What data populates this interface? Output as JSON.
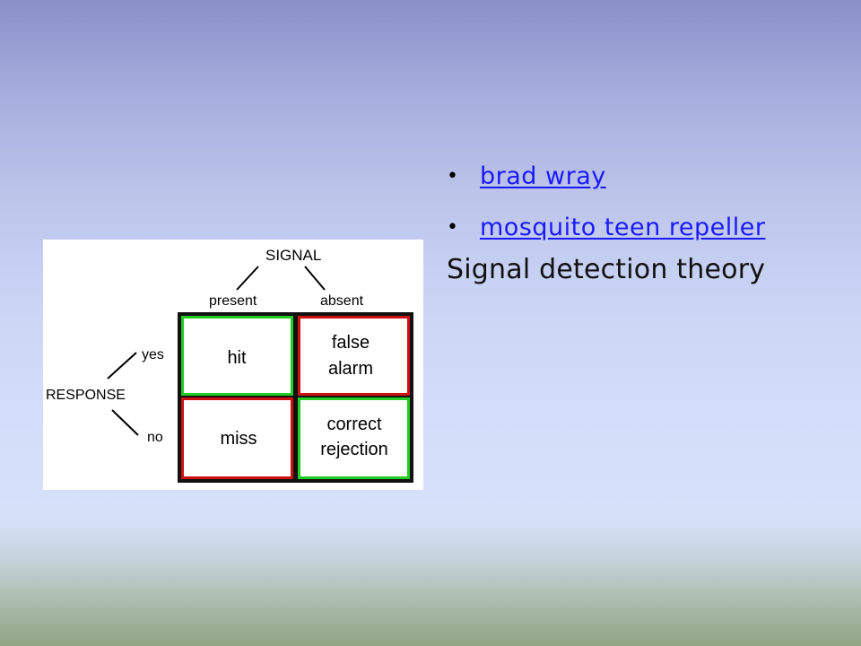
{
  "links": [
    {
      "label": "brad wray"
    },
    {
      "label": "mosquito teen repeller"
    }
  ],
  "caption": "Signal detection theory",
  "diagram": {
    "signal_label": "SIGNAL",
    "present_label": "present",
    "absent_label": "absent",
    "response_label": "RESPONSE",
    "yes_label": "yes",
    "no_label": "no",
    "cells": {
      "hit": [
        "hit"
      ],
      "false_alarm": [
        "false",
        "alarm"
      ],
      "miss": [
        "miss"
      ],
      "correct_rejection": [
        "correct",
        "rejection"
      ]
    },
    "colors": {
      "correct": "#22cc22",
      "error": "#cc1111"
    }
  }
}
